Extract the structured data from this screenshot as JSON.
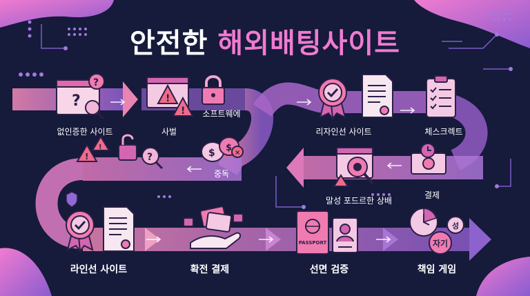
{
  "title": {
    "part1": "안전한",
    "part2": "해외배팅사이트"
  },
  "labels": {
    "unlicensed_site": "없인증한 사이트",
    "fraud": "사벌",
    "software": "소프트웨에",
    "poisoning": "중독",
    "license_site_top": "리자인선 사이트",
    "checklist": "체스크렉트",
    "payment": "결제",
    "malicious_sports": "말성 포드르한 상배",
    "licensed_site": "라인선 사이트",
    "secure_payment": "확전 결제",
    "identity_verification": "선면 검증",
    "responsible_gaming": "책임 게임"
  },
  "badges": {
    "passport": "PASSPORT",
    "self": "자기",
    "s": "성"
  },
  "colors": {
    "background": "#161a3b",
    "accent_pink": "#f07bd0",
    "accent_purple": "#9b6bd6",
    "warning": "#f06a8a"
  }
}
